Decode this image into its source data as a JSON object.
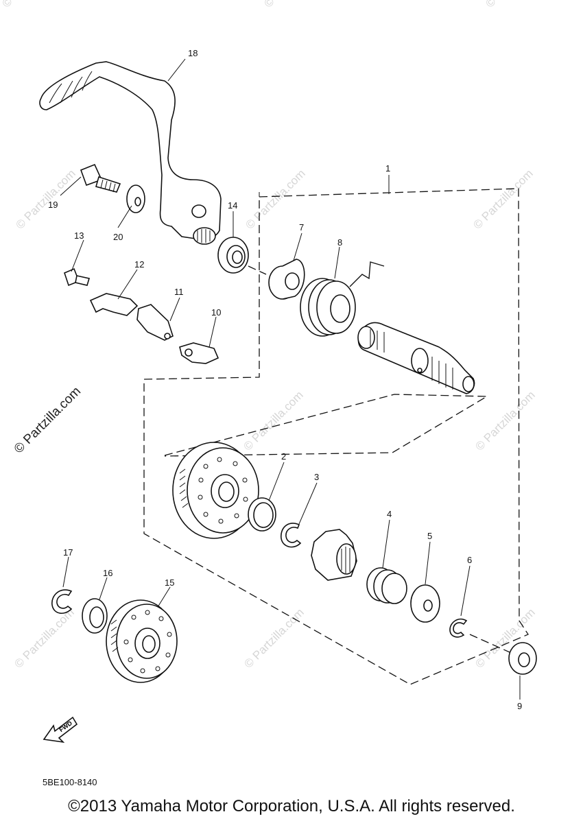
{
  "diagram": {
    "callouts": {
      "c1": "1",
      "c2": "2",
      "c3": "3",
      "c4": "4",
      "c5": "5",
      "c6": "6",
      "c7": "7",
      "c8": "8",
      "c9": "9",
      "c10": "10",
      "c11": "11",
      "c12": "12",
      "c13": "13",
      "c14": "14",
      "c15": "15",
      "c16": "16",
      "c17": "17",
      "c18": "18",
      "c19": "19",
      "c20": "20"
    },
    "direction_arrow_label": "FWD",
    "watermark_text": "© Partzilla.com",
    "part_code": "5BE100-8140",
    "copyright": "©2013 Yamaha Motor Corporation, U.S.A. All rights reserved."
  }
}
